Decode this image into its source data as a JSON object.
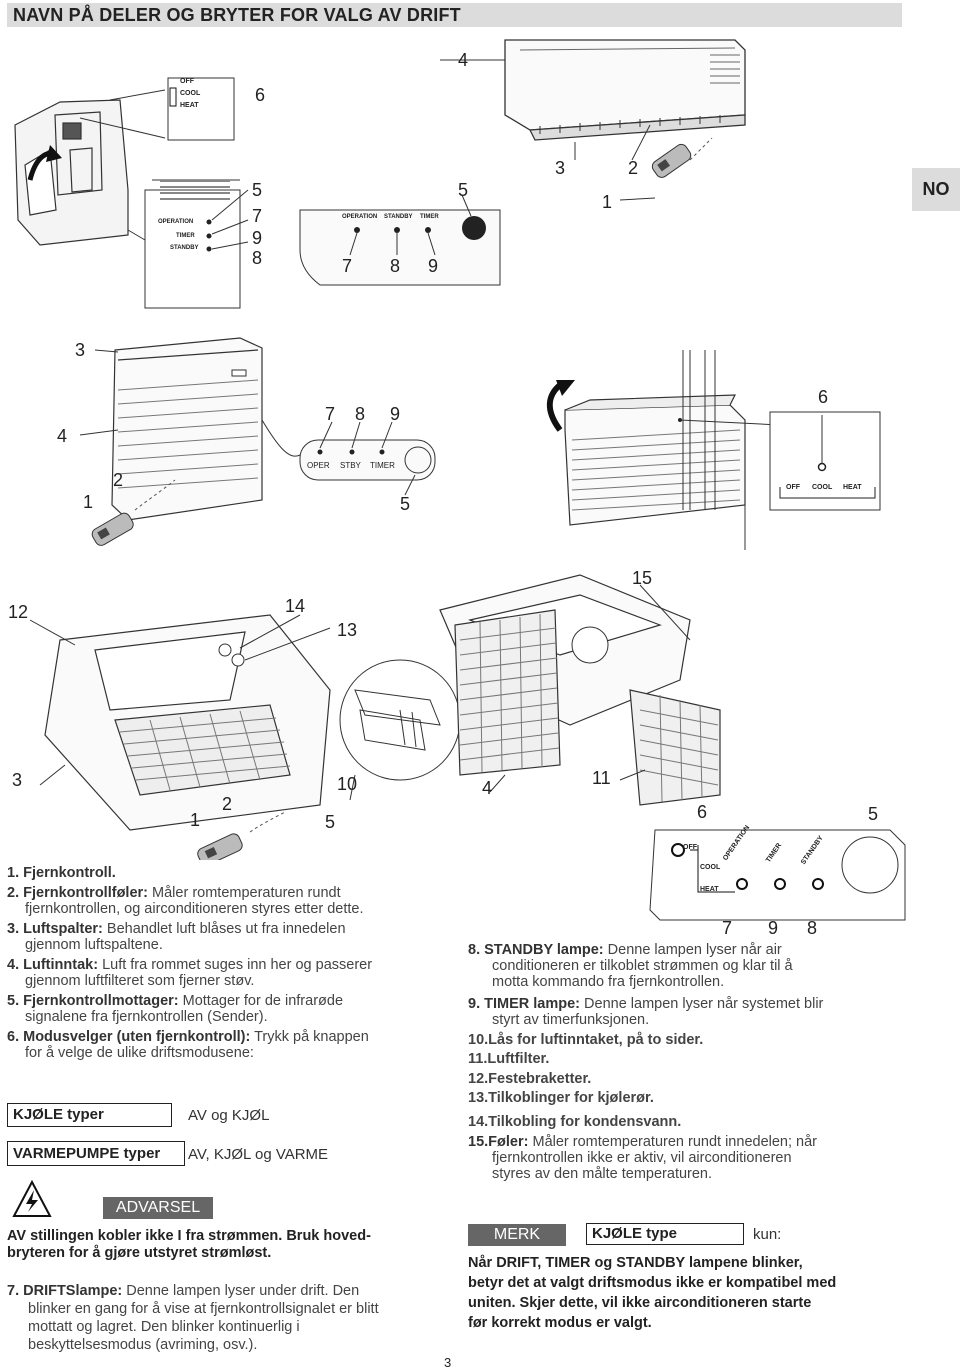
{
  "header": {
    "title": "NAVN PÅ DELER OG BRYTER FOR VALG AV DRIFT"
  },
  "language_tab": "NO",
  "page_number": "3",
  "figure1": {
    "switch_labels": [
      "OFF",
      "COOL",
      "HEAT"
    ],
    "callouts": {
      "c6": "6",
      "c5a": "5",
      "c7a": "7",
      "c9a": "9",
      "c8a": "8",
      "c4": "4",
      "c3": "3",
      "c2": "2",
      "c1": "1",
      "c5b": "5",
      "c7b": "7",
      "c8b": "8",
      "c9b": "9"
    },
    "panel_labels_a": [
      "OPERATION",
      "TIMER",
      "STANDBY"
    ],
    "panel_labels_b": [
      "OPERATION",
      "STANDBY",
      "TIMER"
    ]
  },
  "figure2": {
    "callouts": {
      "c3": "3",
      "c4": "4",
      "c1": "1",
      "c2": "2",
      "c7": "7",
      "c8": "8",
      "c9": "9",
      "c5": "5",
      "c6": "6"
    },
    "panel_labels": [
      "OPER",
      "STBY",
      "TIMER"
    ],
    "switch_labels": [
      "OFF",
      "COOL",
      "HEAT"
    ]
  },
  "figure3": {
    "callouts": {
      "c12": "12",
      "c14": "14",
      "c13": "13",
      "c15": "15",
      "c3": "3",
      "c10": "10",
      "c2": "2",
      "c1": "1",
      "c5": "5",
      "c4": "4",
      "c11": "11",
      "c6": "6",
      "c5b": "5",
      "c7": "7",
      "c9": "9",
      "c8": "8"
    },
    "switch_labels": [
      "OFF",
      "COOL",
      "HEAT"
    ],
    "lamp_labels": [
      "OPERATION",
      "TIMER",
      "STANDBY"
    ]
  },
  "left_list": [
    {
      "n": "1.",
      "title": "Fjernkontroll.",
      "text": ""
    },
    {
      "n": "2.",
      "title": "Fjernkontrollføler:",
      "text": "Måler romtemperaturen rundt",
      "cont": "fjernkontrollen, og airconditioneren styres etter dette."
    },
    {
      "n": "3.",
      "title": "Luftspalter:",
      "text": "Behandlet luft blåses ut fra innedelen",
      "cont": "gjennom luftspaltene."
    },
    {
      "n": "4.",
      "title": "Luftinntak:",
      "text": "Luft fra rommet suges inn her og passerer",
      "cont": "gjennom luftfilteret som fjerner støv."
    },
    {
      "n": "5.",
      "title": "Fjernkontrollmottager:",
      "text": "Mottager for de infrarøde",
      "cont": "signalene fra fjernkontrollen (Sender)."
    },
    {
      "n": "6.",
      "title": "Modusvelger (uten fjernkontroll):",
      "text": "Trykk på knappen",
      "cont": "for å velge de ulike driftsmodusene:"
    }
  ],
  "mode_table": [
    {
      "type": "KJØLE typer",
      "modes": "AV og KJØL"
    },
    {
      "type": "VARMEPUMPE typer",
      "modes": "AV, KJØL og VARME"
    }
  ],
  "warning": {
    "label": "ADVARSEL",
    "line1": "AV stillingen kobler ikke I fra strømmen. Bruk hoved-",
    "line2": "bryteren for å gjøre utstyret strømløst."
  },
  "item7": {
    "n": "7.",
    "title": "DRIFTSlampe:",
    "text": "Denne lampen lyser under drift. Den",
    "l2": "blinker en gang for å vise at fjernkontrollsignalet er blitt",
    "l3": "mottatt og lagret. Den blinker kontinuerlig i",
    "l4": "beskyttelsesmodus (avriming, osv.)."
  },
  "right_list": [
    {
      "n": "8.",
      "title": "STANDBY lampe:",
      "text": "Denne lampen lyser når air",
      "l2": "conditioneren er tilkoblet strømmen og klar til å",
      "l3": "motta kommando fra fjernkontrollen."
    },
    {
      "n": "9.",
      "title": "TIMER lampe:",
      "text": "Denne lampen lyser når systemet blir",
      "l2": "styrt av timerfunksjonen."
    },
    {
      "n": "10.",
      "title": "Lås for luftinntaket, på to sider."
    },
    {
      "n": "11.",
      "title": "Luftfilter."
    },
    {
      "n": "12.",
      "title": "Festebraketter."
    },
    {
      "n": "13.",
      "title": "Tilkoblinger for kjølerør."
    },
    {
      "n": "14.",
      "title": "Tilkobling for kondensvann."
    },
    {
      "n": "15.",
      "title": "Føler:",
      "text": "Måler romtemperaturen rundt innedelen; når",
      "l2": "fjernkontrollen ikke er aktiv, vil airconditioneren",
      "l3": "styres av den målte temperaturen."
    }
  ],
  "note": {
    "label": "MERK",
    "type_box": "KJØLE type",
    "kun": "kun:",
    "l1": "Når DRIFT, TIMER og STANDBY lampene blinker,",
    "l2": "betyr det at valgt driftsmodus ikke er kompatibel med",
    "l3": "uniten. Skjer dette, vil ikke airconditioneren starte",
    "l4": "før korrekt modus er valgt."
  }
}
